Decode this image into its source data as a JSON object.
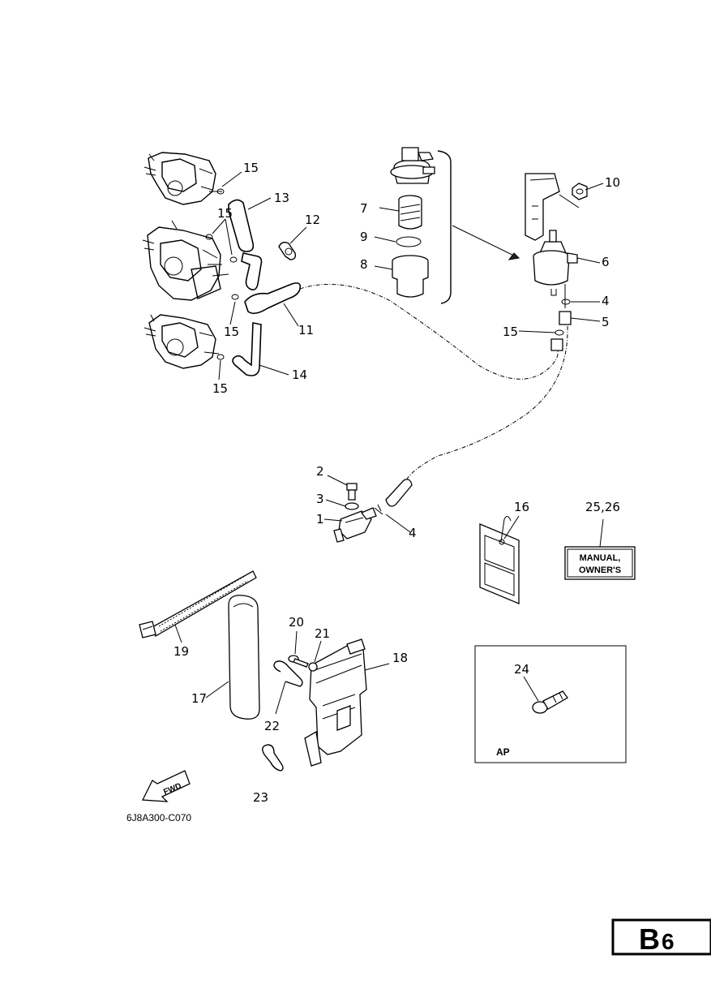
{
  "callouts": {
    "c1": "1",
    "c2": "2",
    "c3": "3",
    "c4a": "4",
    "c4b": "4",
    "c5": "5",
    "c6": "6",
    "c7": "7",
    "c8": "8",
    "c9": "9",
    "c10": "10",
    "c11": "11",
    "c12": "12",
    "c13": "13",
    "c14": "14",
    "c15a": "15",
    "c15b": "15",
    "c15c": "15",
    "c15d": "15",
    "c15e": "15",
    "c16": "16",
    "c17": "17",
    "c18": "18",
    "c19": "19",
    "c20": "20",
    "c21": "21",
    "c22": "22",
    "c23": "23",
    "c24": "24",
    "c2526": "25,26"
  },
  "manual_label": {
    "line1": "MANUAL,",
    "line2": "OWNER'S"
  },
  "ap_label": "AP",
  "fwd_label": "FWD",
  "drawing_code": "6J8A300-C070",
  "page_tab": {
    "letter": "B",
    "number": "6"
  }
}
